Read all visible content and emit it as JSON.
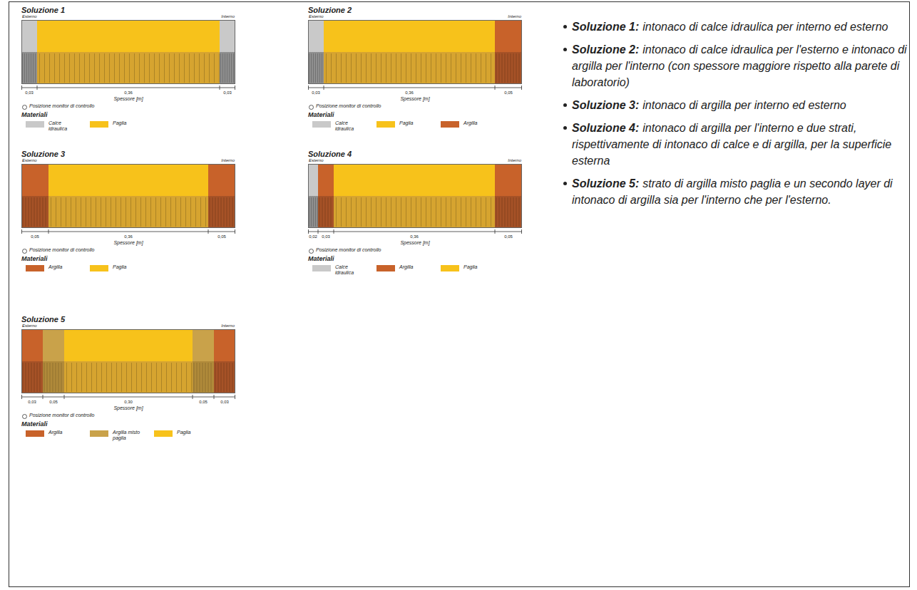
{
  "diagram": {
    "labels": [
      "Soluzione 1",
      "Esterno",
      "Interno",
      "0,03",
      "0,36",
      "0,03",
      "Spessore [m]",
      "Posizione monitor di controllo",
      "Materiali",
      "Soluzione 2",
      "Esterno",
      "Interno",
      "0,03",
      "0,36",
      "0,05",
      "Spessore [m]",
      "Posizione monitor di controllo",
      "Materiali",
      "Soluzione 3",
      "Esterno",
      "Interno",
      "0,05",
      "0,36",
      "0,05",
      "Spessore [m]",
      "Posizione monitor di controllo",
      "Materiali",
      "Soluzione 4",
      "Esterno",
      "Interno",
      "0,02",
      "0,03",
      "0,36",
      "0,05",
      "Spessore [m]",
      "Posizione monitor di controllo",
      "Materiali",
      "Soluzione 5",
      "Esterno",
      "Interno",
      "0,03",
      "0,05",
      "0,30",
      "0,05",
      "0,03",
      "Spessore [m]",
      "Posizione monitor di controllo",
      "Materiali",
      "Soluzione 1:",
      "intonaco di calce idraulica per interno ed esterno",
      "Soluzione 2:",
      "intonaco di calce idraulica per l'esterno e intonaco di argilla per l'interno (con spessore maggiore rispetto alla parete di laboratorio)",
      "Soluzione 3:",
      "intonaco di argilla per interno ed esterno",
      "Soluzione 4:",
      "intonaco di argilla per l'interno e due strati, rispettivamente di intonaco di calce e di argilla, per la superficie esterna",
      "Soluzione 5:",
      "strato di argilla misto paglia e un secondo layer di intonaco di argilla sia per l'interno che per l'esterno."
    ],
    "legend": [
      {
        "text": "Calce idraulica",
        "color": "#c9c9c9"
      },
      {
        "text": "Paglia",
        "color": "#f7c21b"
      },
      {
        "text": "Calce idraulica",
        "color": "#c9c9c9"
      },
      {
        "text": "Paglia",
        "color": "#f7c21b"
      },
      {
        "text": "Argilla",
        "color": "#c8622a"
      },
      {
        "text": "Argilla",
        "color": "#c8622a"
      },
      {
        "text": "Paglia",
        "color": "#f7c21b"
      },
      {
        "text": "Calce idraulica",
        "color": "#c9c9c9"
      },
      {
        "text": "Argilla",
        "color": "#c8622a"
      },
      {
        "text": "Paglia",
        "color": "#f7c21b"
      },
      {
        "text": "Argilla",
        "color": "#c8622a"
      },
      {
        "text": "Argilla misto paglia",
        "color": "#c9a24a"
      },
      {
        "text": "Paglia",
        "color": "#f7c21b"
      }
    ]
  }
}
